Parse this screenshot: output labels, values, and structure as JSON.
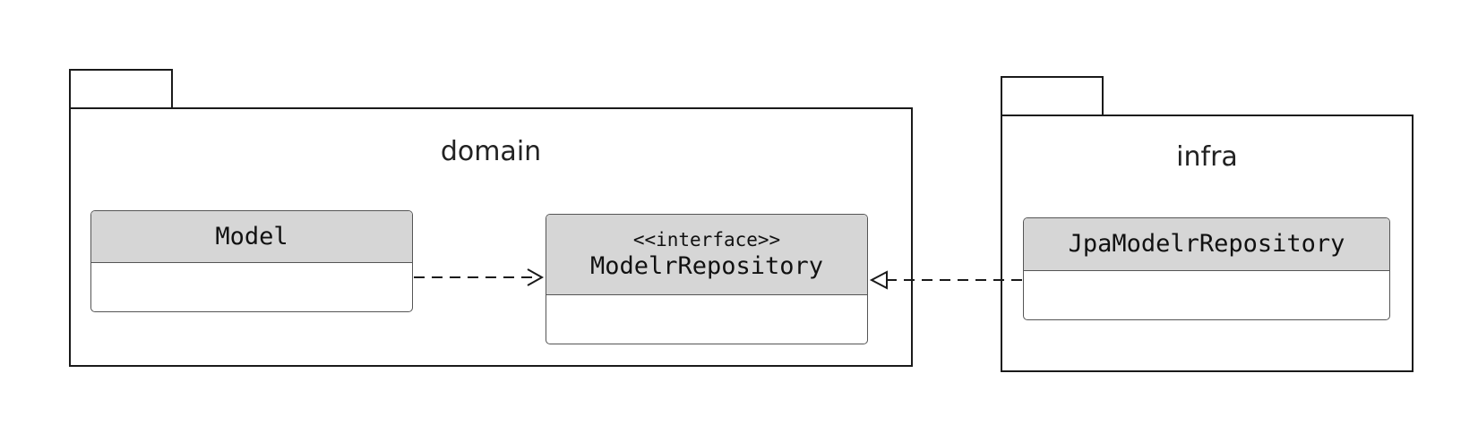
{
  "packages": {
    "domain": {
      "name": "domain"
    },
    "infra": {
      "name": "infra"
    }
  },
  "classes": {
    "model": {
      "name": "Model"
    },
    "repository": {
      "stereotype": "<<interface>>",
      "name": "ModelrRepository"
    },
    "jpa_repository": {
      "name": "JpaModelrRepository"
    }
  },
  "relations": [
    {
      "from": "Model",
      "to": "ModelrRepository",
      "kind": "dependency"
    },
    {
      "from": "JpaModelrRepository",
      "to": "ModelrRepository",
      "kind": "realization"
    }
  ]
}
